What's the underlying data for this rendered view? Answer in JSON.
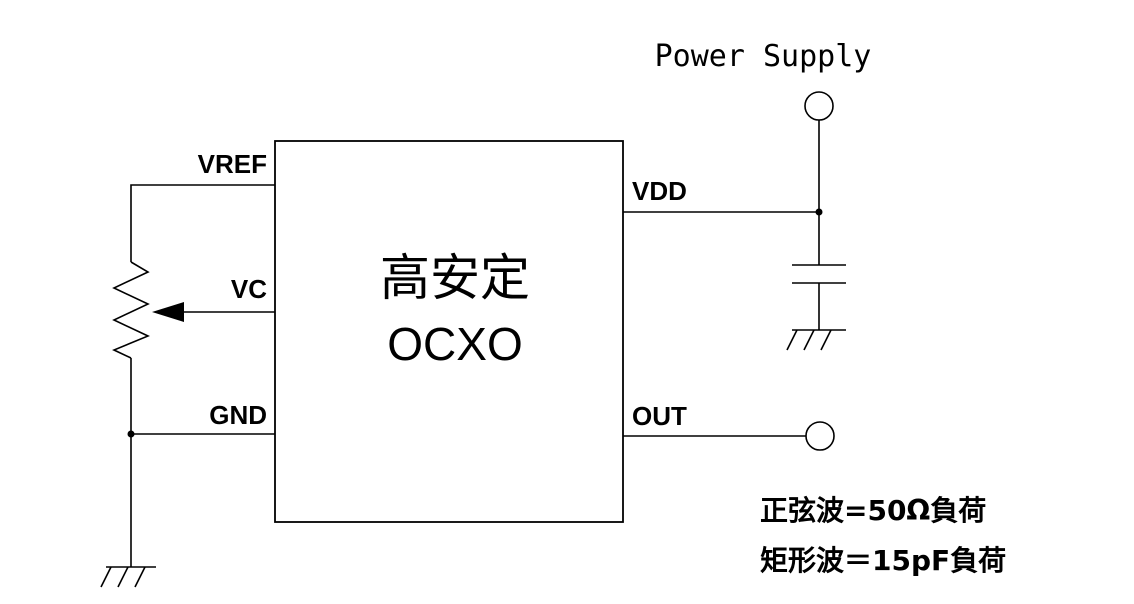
{
  "power_supply_label": "Power Supply",
  "block": {
    "title_line1": "高安定",
    "title_line2": "OCXO"
  },
  "pins": {
    "vref": "VREF",
    "vc": "VC",
    "gnd": "GND",
    "vdd": "VDD",
    "out": "OUT"
  },
  "notes": {
    "sine_load": "正弦波=50Ω負荷",
    "square_load": "矩形波＝15pF負荷"
  }
}
